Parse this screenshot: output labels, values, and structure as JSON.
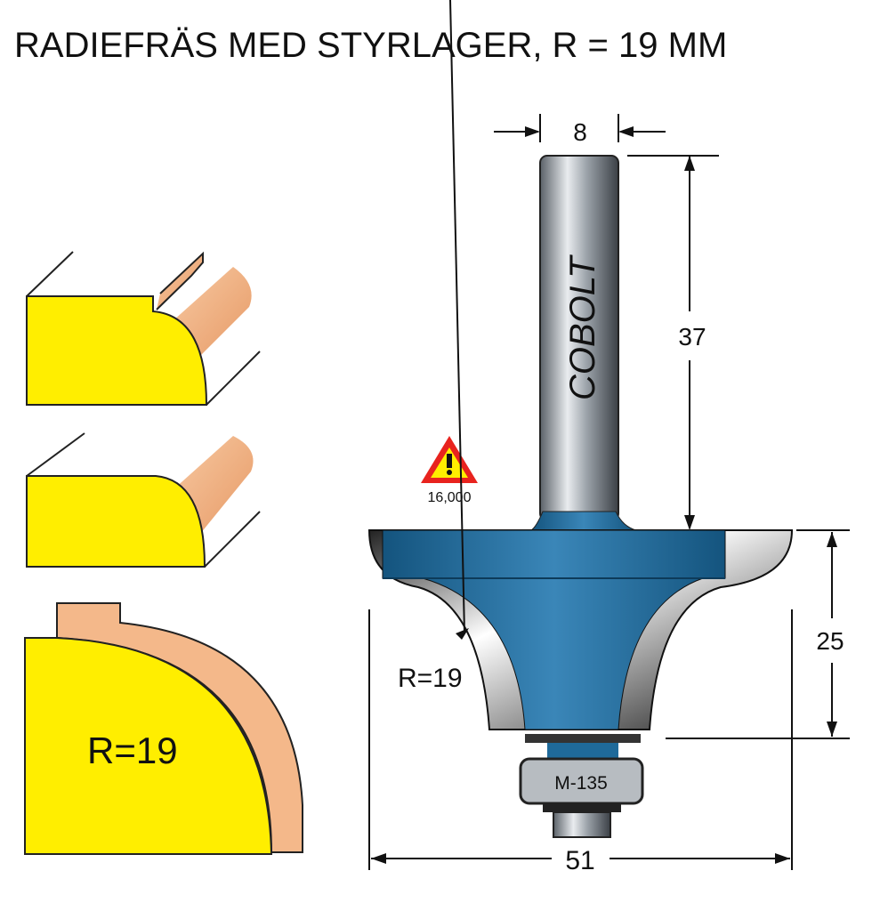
{
  "title": "RADIEFRÄS MED STYRLAGER, R = 19 MM",
  "brand": "COBOLT",
  "warning": {
    "icon": "warning-triangle-icon",
    "max_rpm": "16,000"
  },
  "dimensions": {
    "shank_diameter": "8",
    "shank_length": "37",
    "cutting_height": "25",
    "overall_diameter": "51",
    "radius_label": "R=19"
  },
  "bearing_label": "M-135",
  "profile_radius_label": "R=19",
  "colors": {
    "body": "#1f6a9a",
    "profile": "#ffee00",
    "wood": "#f4b88a",
    "warning": "#e8231e"
  }
}
